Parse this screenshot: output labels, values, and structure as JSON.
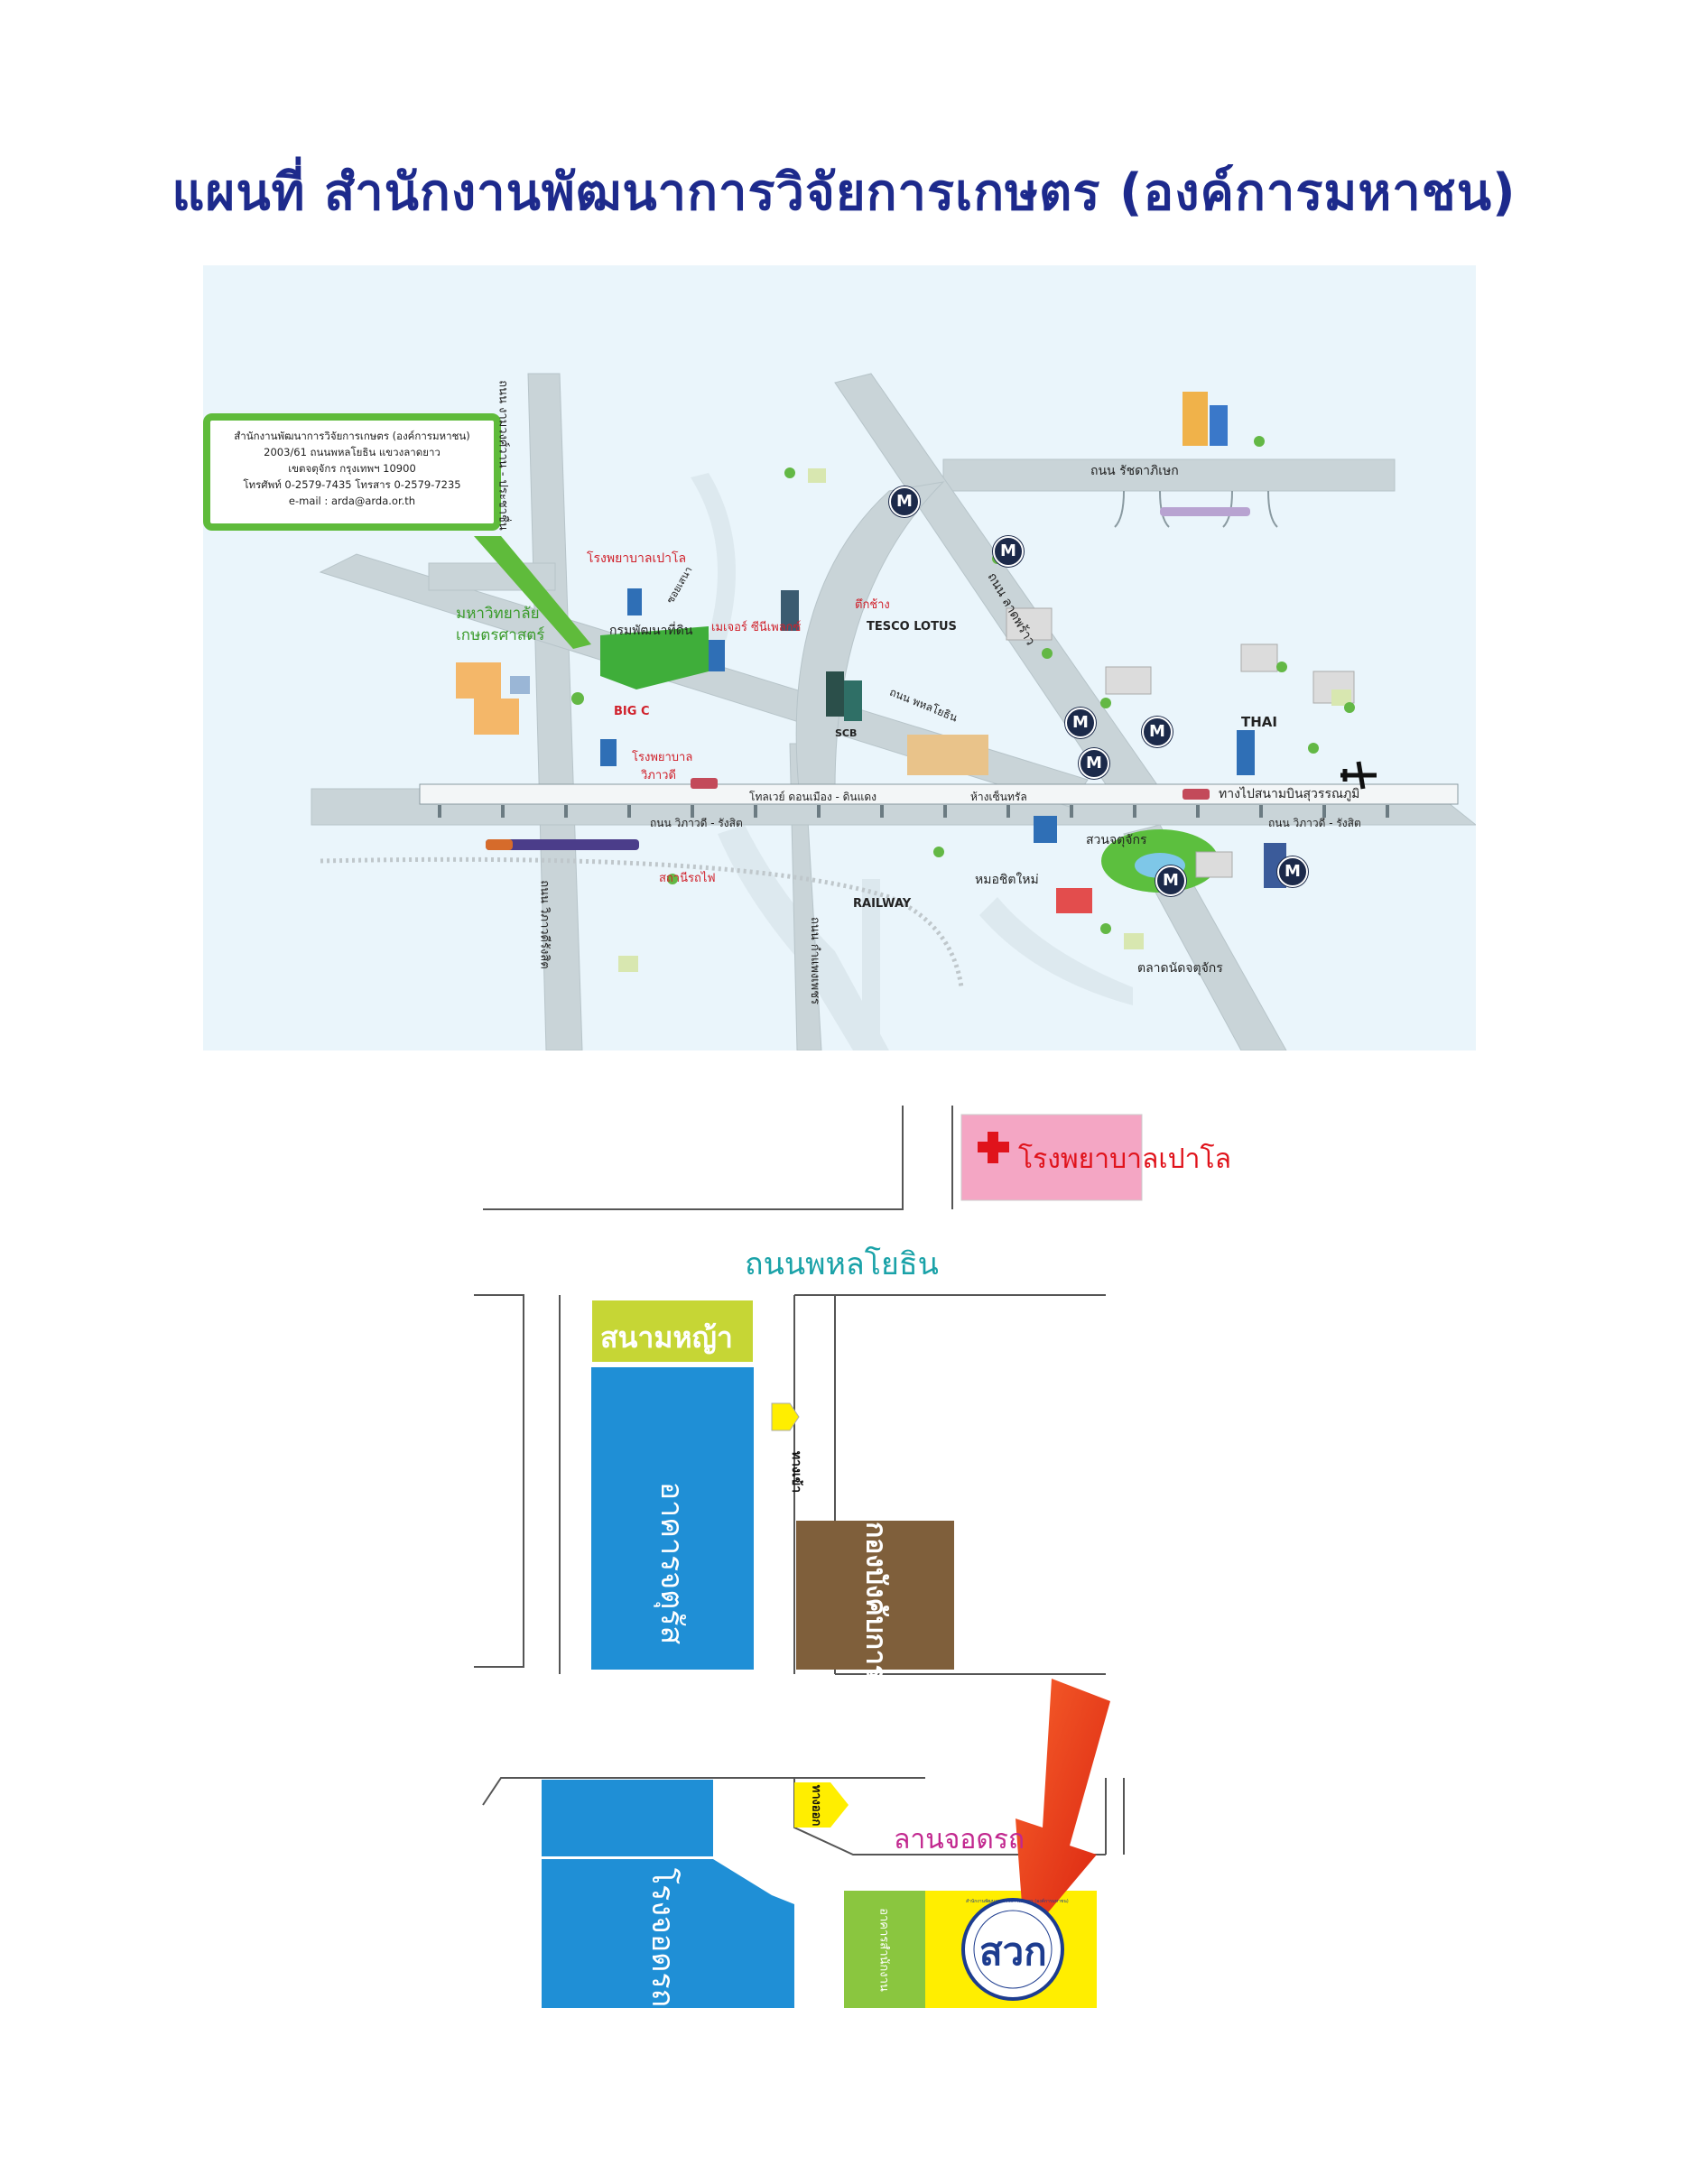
{
  "title": "แผนที่  สำนักงานพัฒนาการวิจัยการเกษตร  (องค์การมหาชน)",
  "area_map": {
    "info_box": {
      "line1": "สำนักงานพัฒนาการวิจัยการเกษตร (องค์การมหาชน)",
      "line2": "2003/61 ถนนพหลโยธิน แขวงลาดยาว",
      "line3": "เขตจตุจักร กรุงเทพฯ 10900",
      "line4": "โทรศัพท์ 0-2579-7435 โทรสาร 0-2579-7235",
      "line5": "e-mail : arda@arda.or.th"
    },
    "labels": {
      "kaset_univ_1": "มหาวิทยาลัย",
      "kaset_univ_2": "เกษตรศาสตร์",
      "paolo_hospital": "โรงพยาบาลเปาโล",
      "soi": "ซอยเสนา",
      "land_dev": "กรมพัฒนาที่ดิน",
      "major_cineplex": "เมเจอร์ ซีนีเพลกซ์",
      "tuk_chang": "ตึกช้าง",
      "tesco": "TESCO LOTUS",
      "big_c": "BIG C",
      "vibhavadi_hospital_1": "โรงพยาบาล",
      "vibhavadi_hospital_2": "วิภาวดี",
      "scb": "SCB",
      "ratchadaphisek_rd": "ถนน รัชดาภิเษก",
      "lat_phrao_rd": "ถนน ลาดพร้าว",
      "phahon_rd": "ถนน พหลโยธิน",
      "ngam_wong_wan_rd": "ถนน งามวงศ์วาน - ประชาชื่น",
      "tollway": "โทลเวย์ ดอนเมือง - ดินแดง",
      "central": "ห้างเซ็นทรัล",
      "thai": "THAI",
      "to_airport": "ทางไปสนามบินสุวรรณภูมิ",
      "vibhavadi_rd_1": "ถนน วิภาวดี - รังสิต",
      "vibhavadi_rd_2": "ถนน วิภาวดี - รังสิต",
      "station": "สถานีรถไฟ",
      "railway": "RAILWAY",
      "mo_chit": "หมอชิตใหม่",
      "chatuchak_park": "สวนจตุจักร",
      "chatuchak_market": "ตลาดนัดจตุจักร",
      "kamphaeng_phet_rd": "ถนน กำแพงเพชร",
      "vibhavadi_left": "ถนน วิภาวดีรังสิต"
    },
    "metro_symbol": "M"
  },
  "detail_map": {
    "paolo": "โรงพยาบาลเปาโล",
    "phahon_rd": "ถนนพหลโยธิน",
    "lawn": "สนามหญ้า",
    "building_b": "อาคารจตุรัส",
    "entrance": "ทางเข้า",
    "royal_office": "กองบังคับการ",
    "exit": "ทางออก",
    "parking": "ลานจอดรถ",
    "garage": "โรงจอดรถ",
    "small_building": "อาคารสำนักงาน",
    "logo_text": "สวก",
    "logo_ring": "สำนักงานพัฒนาการวิจัยการเกษตร (องค์การมหาชน)"
  },
  "colors": {
    "title": "#1d2a8c",
    "road": "#c9d4d8",
    "lawn": "#c6d635",
    "blue_block": "#1f8fd6",
    "brown_block": "#7f5f3b",
    "paolo_box": "#f4a6c4",
    "highlight": "#ffee00",
    "arrow": "#ee3b1c"
  }
}
